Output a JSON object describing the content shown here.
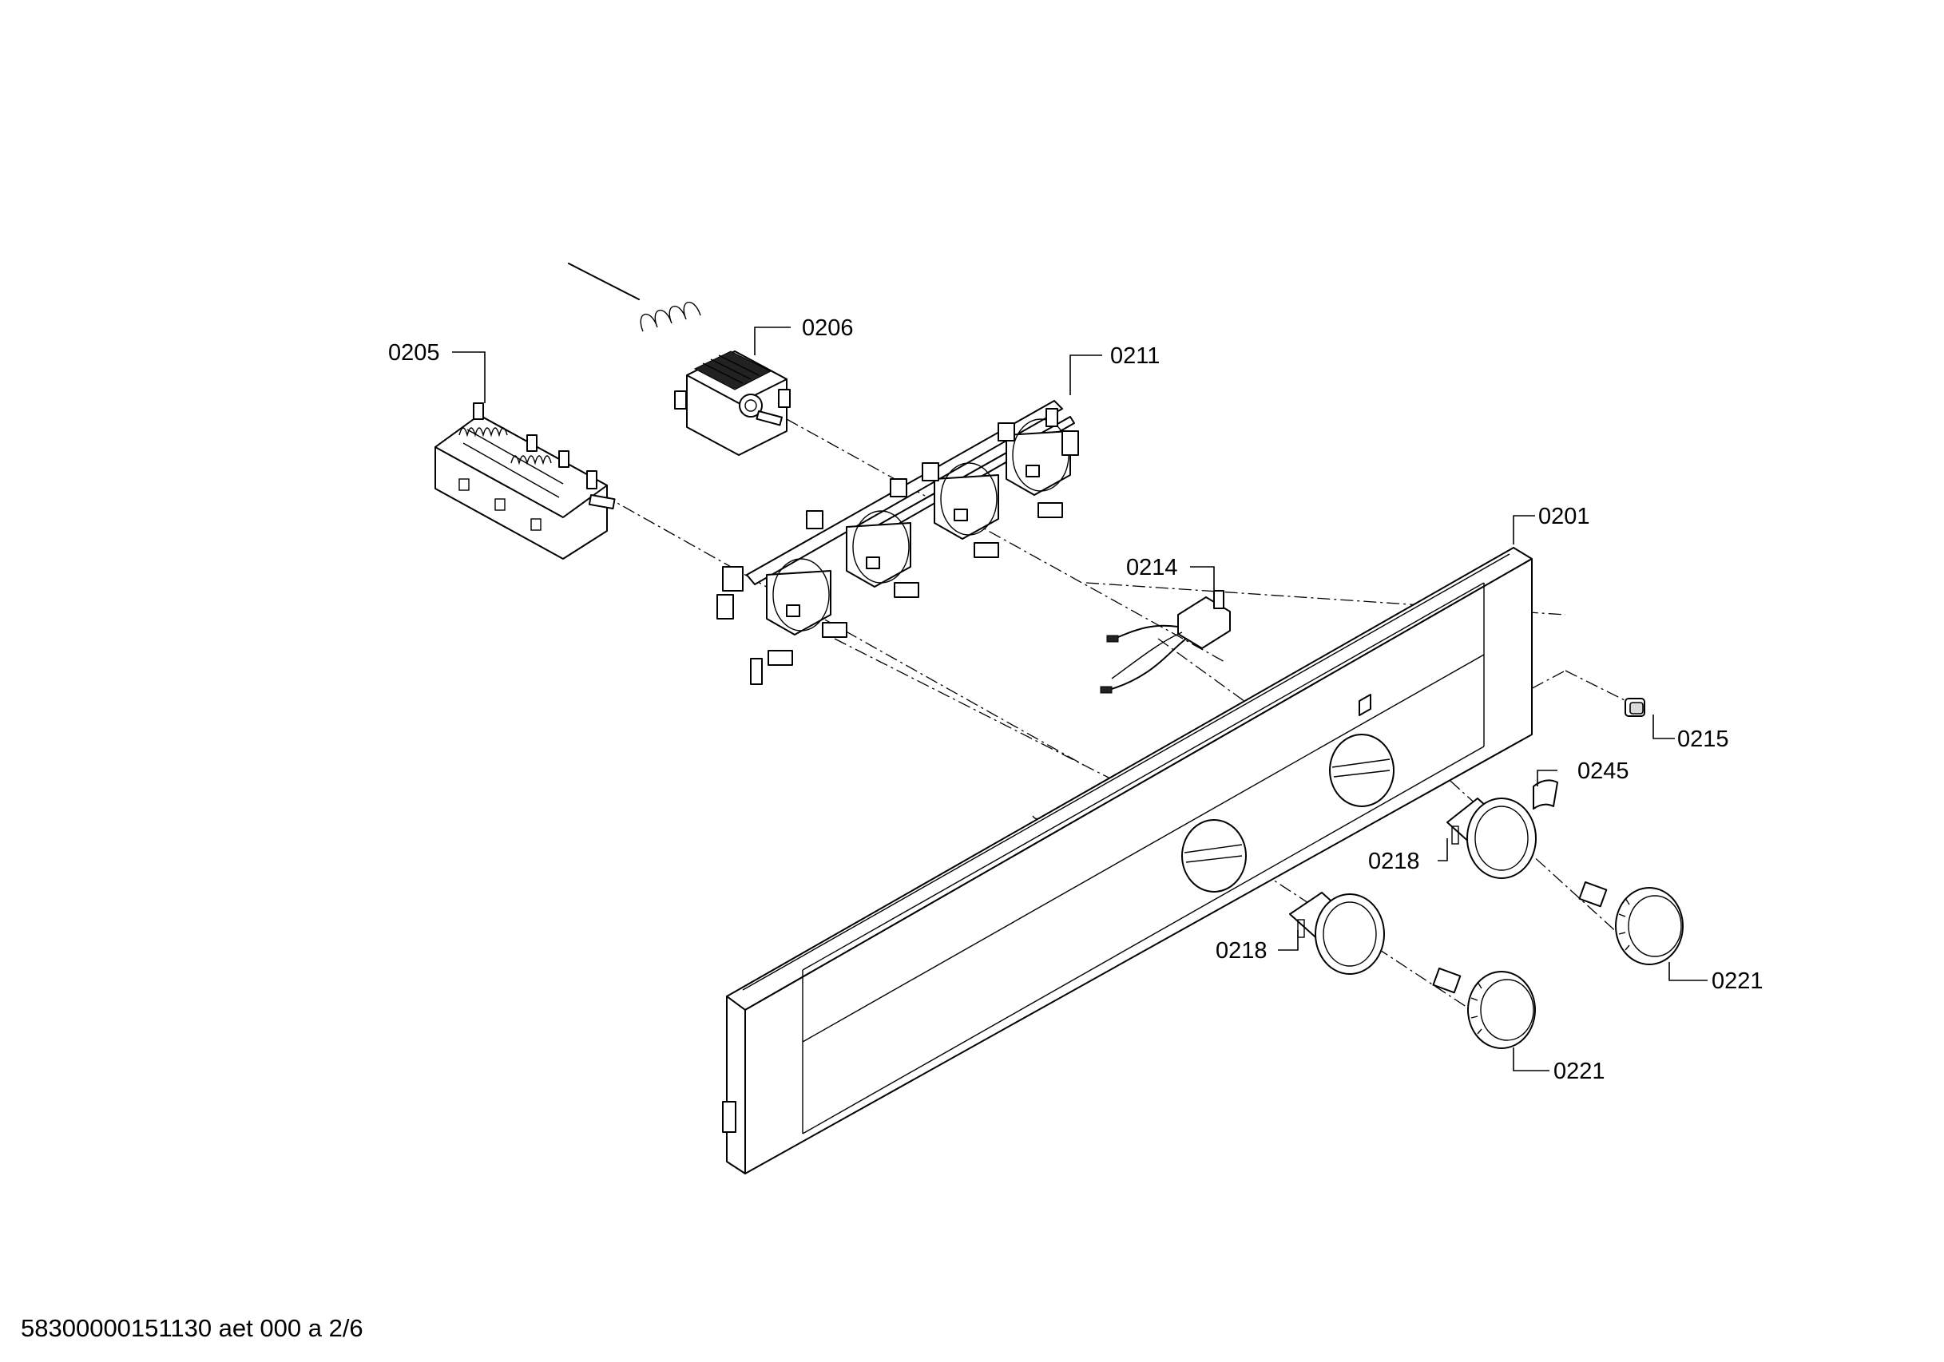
{
  "diagram": {
    "callouts": [
      {
        "id": "0205",
        "label": "0205"
      },
      {
        "id": "0206",
        "label": "0206"
      },
      {
        "id": "0211",
        "label": "0211"
      },
      {
        "id": "0201",
        "label": "0201"
      },
      {
        "id": "0214",
        "label": "0214"
      },
      {
        "id": "0215",
        "label": "0215"
      },
      {
        "id": "0245",
        "label": "0245"
      },
      {
        "id": "0218a",
        "label": "0218"
      },
      {
        "id": "0218b",
        "label": "0218"
      },
      {
        "id": "0221a",
        "label": "0221"
      },
      {
        "id": "0221b",
        "label": "0221"
      }
    ],
    "parts": [
      {
        "id": "0205",
        "icon": "rotary-selector-switch-icon"
      },
      {
        "id": "0206",
        "icon": "thermostat-icon"
      },
      {
        "id": "0211",
        "icon": "switch-holder-bracket-icon"
      },
      {
        "id": "0201",
        "icon": "control-panel-fascia-icon"
      },
      {
        "id": "0214",
        "icon": "indicator-lamp-cable-icon"
      },
      {
        "id": "0215",
        "icon": "lamp-lens-icon"
      },
      {
        "id": "0245",
        "icon": "knob-insert-icon"
      },
      {
        "id": "0218",
        "icon": "knob-bezel-icon"
      },
      {
        "id": "0221",
        "icon": "control-knob-icon"
      }
    ]
  },
  "footer": {
    "document_code": "58300000151130 aet 000 a 2/6"
  }
}
